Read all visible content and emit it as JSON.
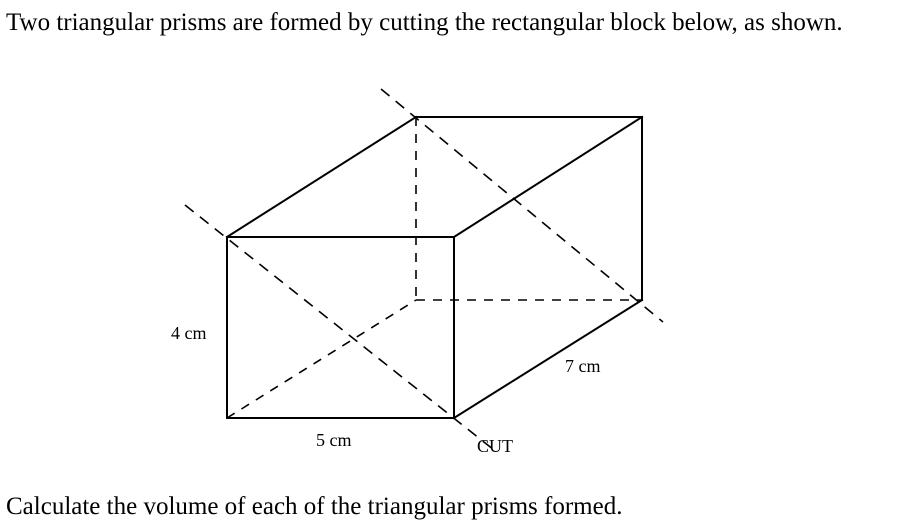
{
  "question": {
    "intro": "Two triangular prisms are formed by cutting the rectangular block below, as shown.",
    "instruction": "Calculate the volume of each of the triangular prisms formed."
  },
  "diagram": {
    "height_label": "4 cm",
    "width_label": "5 cm",
    "depth_label": "7 cm",
    "cut_label": "CUT"
  }
}
